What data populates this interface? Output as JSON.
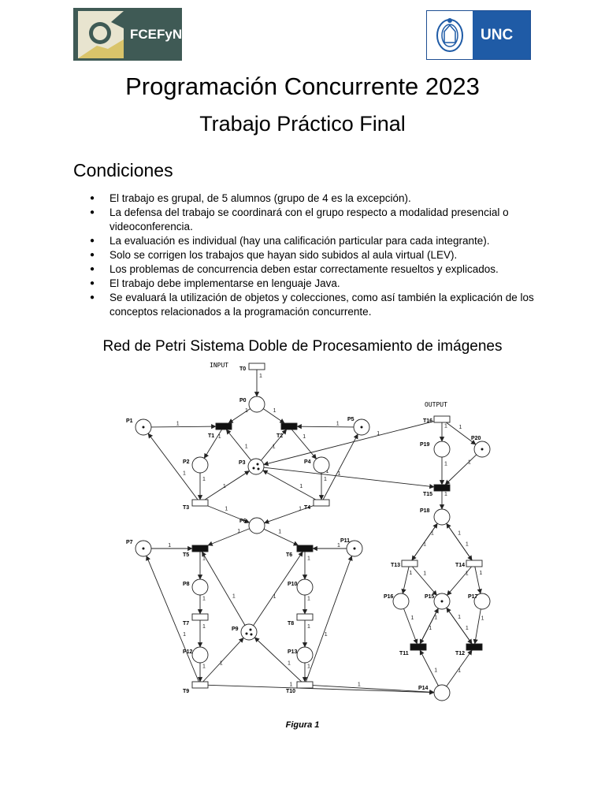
{
  "header": {
    "logo_left_text": "FCEFyN",
    "logo_right_text": "UNC"
  },
  "title": "Programación Concurrente 2023",
  "subtitle": "Trabajo Práctico Final",
  "section_heading": "Condiciones",
  "conditions": [
    "El trabajo es grupal, de 5 alumnos (grupo de 4 es la excepción).",
    "La defensa del trabajo se coordinará con el grupo respecto a modalidad presencial o videoconferencia.",
    "La evaluación es individual (hay una calificación particular para cada integrante).",
    "Solo se corrigen los trabajos que hayan sido subidos al aula virtual (LEV).",
    "Los problemas de concurrencia deben estar correctamente resueltos y explicados.",
    "El trabajo debe implementarse en lenguaje Java.",
    "Se evaluará la utilización de objetos y colecciones, como así también la explicación de los conceptos relacionados a la programación concurrente."
  ],
  "figure": {
    "title": "Red de Petri Sistema Doble de Procesamiento de imágenes",
    "caption": "Figura 1",
    "input_label": "INPUT",
    "output_label": "OUTPUT",
    "arc_weight": "1",
    "places": [
      {
        "id": "P0",
        "tokens": 0
      },
      {
        "id": "P1",
        "tokens": 1
      },
      {
        "id": "P2",
        "tokens": 0
      },
      {
        "id": "P3",
        "tokens": 3
      },
      {
        "id": "P4",
        "tokens": 0
      },
      {
        "id": "P5",
        "tokens": 1
      },
      {
        "id": "P6",
        "tokens": 0
      },
      {
        "id": "P7",
        "tokens": 1
      },
      {
        "id": "P8",
        "tokens": 0
      },
      {
        "id": "P9",
        "tokens": 3
      },
      {
        "id": "P10",
        "tokens": 0
      },
      {
        "id": "P11",
        "tokens": 1
      },
      {
        "id": "P12",
        "tokens": 0
      },
      {
        "id": "P13",
        "tokens": 0
      },
      {
        "id": "P14",
        "tokens": 0
      },
      {
        "id": "P15",
        "tokens": 1
      },
      {
        "id": "P16",
        "tokens": 0
      },
      {
        "id": "P17",
        "tokens": 0
      },
      {
        "id": "P18",
        "tokens": 0
      },
      {
        "id": "P19",
        "tokens": 0
      },
      {
        "id": "P20",
        "tokens": 1
      }
    ],
    "transitions": [
      {
        "id": "T0",
        "timed": true
      },
      {
        "id": "T1",
        "timed": false
      },
      {
        "id": "T2",
        "timed": false
      },
      {
        "id": "T3",
        "timed": true
      },
      {
        "id": "T4",
        "timed": true
      },
      {
        "id": "T5",
        "timed": false
      },
      {
        "id": "T6",
        "timed": false
      },
      {
        "id": "T7",
        "timed": true
      },
      {
        "id": "T8",
        "timed": true
      },
      {
        "id": "T9",
        "timed": true
      },
      {
        "id": "T10",
        "timed": true
      },
      {
        "id": "T11",
        "timed": false
      },
      {
        "id": "T12",
        "timed": false
      },
      {
        "id": "T13",
        "timed": true
      },
      {
        "id": "T14",
        "timed": true
      },
      {
        "id": "T15",
        "timed": false
      },
      {
        "id": "T16",
        "timed": true
      }
    ],
    "arcs": [
      [
        "T0",
        "P0"
      ],
      [
        "P0",
        "T1"
      ],
      [
        "P0",
        "T2"
      ],
      [
        "P1",
        "T1"
      ],
      [
        "P5",
        "T2"
      ],
      [
        "T1",
        "P2"
      ],
      [
        "T2",
        "P4"
      ],
      [
        "P3",
        "T1"
      ],
      [
        "P3",
        "T2"
      ],
      [
        "P2",
        "T3"
      ],
      [
        "P4",
        "T4"
      ],
      [
        "T3",
        "P1"
      ],
      [
        "T4",
        "P5"
      ],
      [
        "T3",
        "P3"
      ],
      [
        "T4",
        "P3"
      ],
      [
        "T3",
        "P6"
      ],
      [
        "T4",
        "P6"
      ],
      [
        "P3",
        "T15"
      ],
      [
        "T16",
        "P3"
      ],
      [
        "P6",
        "T5"
      ],
      [
        "P6",
        "T6"
      ],
      [
        "P7",
        "T5"
      ],
      [
        "P11",
        "T6"
      ],
      [
        "P9",
        "T5"
      ],
      [
        "P9",
        "T6"
      ],
      [
        "T5",
        "P8"
      ],
      [
        "T6",
        "P10"
      ],
      [
        "P8",
        "T7"
      ],
      [
        "P10",
        "T8"
      ],
      [
        "T7",
        "P12"
      ],
      [
        "T8",
        "P13"
      ],
      [
        "P12",
        "T9"
      ],
      [
        "P13",
        "T10"
      ],
      [
        "T9",
        "P7"
      ],
      [
        "T10",
        "P11"
      ],
      [
        "T9",
        "P9"
      ],
      [
        "T10",
        "P9"
      ],
      [
        "T9",
        "P14"
      ],
      [
        "T10",
        "P14"
      ],
      [
        "P14",
        "T11"
      ],
      [
        "P14",
        "T12"
      ],
      [
        "P16",
        "T11"
      ],
      [
        "P17",
        "T12"
      ],
      [
        "P15",
        "T11"
      ],
      [
        "P15",
        "T12"
      ],
      [
        "T11",
        "P15"
      ],
      [
        "T12",
        "P15"
      ],
      [
        "T13",
        "P16"
      ],
      [
        "T14",
        "P17"
      ],
      [
        "T13",
        "P15"
      ],
      [
        "T14",
        "P15"
      ],
      [
        "P18",
        "T13"
      ],
      [
        "P18",
        "T14"
      ],
      [
        "T13",
        "P18"
      ],
      [
        "T14",
        "P18"
      ],
      [
        "T15",
        "P18"
      ],
      [
        "P19",
        "T15"
      ],
      [
        "P20",
        "T15"
      ],
      [
        "T16",
        "P19"
      ],
      [
        "T16",
        "P20"
      ]
    ]
  }
}
